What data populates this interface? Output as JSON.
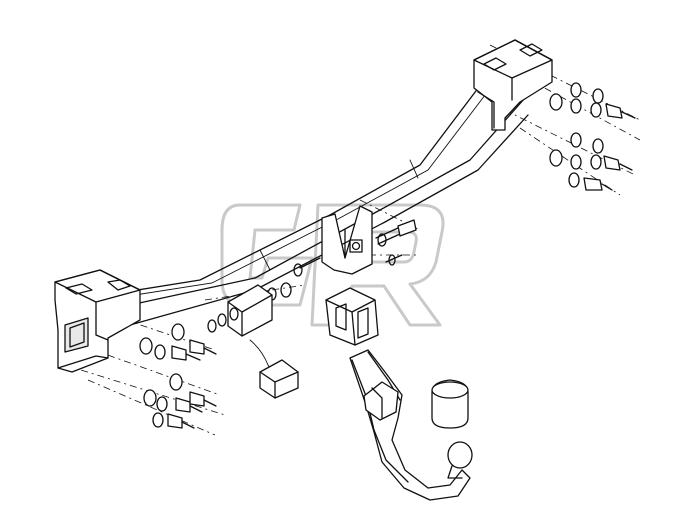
{
  "watermark": {
    "text": "GR",
    "color": "#c9c9c9"
  },
  "colors": {
    "line": "#111111",
    "background": "#ffffff"
  },
  "parts": [
    "crossbar-beam",
    "left-mounting-bracket",
    "right-mounting-bracket",
    "center-tow-plate",
    "electrical-socket-plate",
    "tow-ball-socket",
    "detachable-tow-ball-neck",
    "tow-ball-cap"
  ]
}
